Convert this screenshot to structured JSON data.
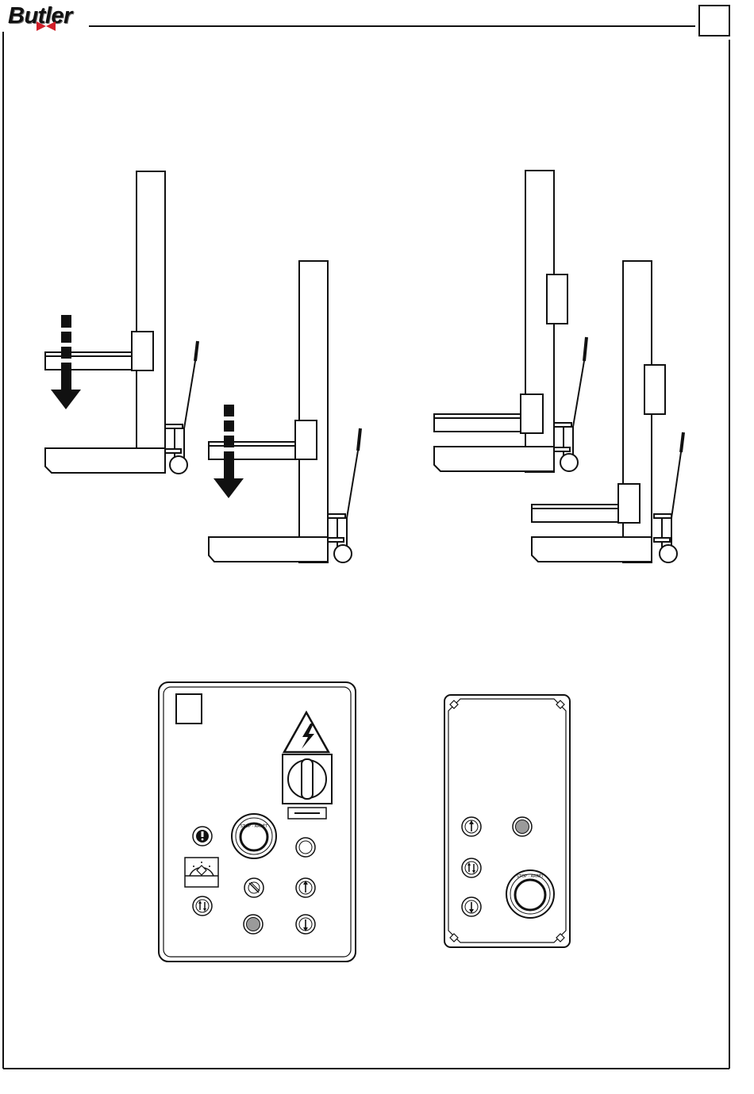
{
  "header": {
    "logo_text": "Butler",
    "page_box": ""
  },
  "colors": {
    "ink": "#111111",
    "panel_fill": "#ffffff",
    "button_grey": "#9a9a9a",
    "brand_bowtie": "#d3202a"
  },
  "figures": {
    "lift_diagrams": [
      {
        "name": "lift-lowering-1",
        "arrow": "down"
      },
      {
        "name": "lift-lowering-2",
        "arrow": "down"
      },
      {
        "name": "lift-raised-1",
        "arrow": "none"
      },
      {
        "name": "lift-raised-2",
        "arrow": "none"
      }
    ],
    "main_control_panel": {
      "icons": [
        "warning-lightning-icon",
        "main-switch-icon",
        "emergency-stop-icon",
        "alarm-light-icon",
        "gauge-icon",
        "lock-icon",
        "grey-button-icon",
        "up-button-icon",
        "down-button-icon",
        "sync-up-down-icon",
        "white-light-icon"
      ],
      "emergency_ring_text": "STOP · ARRÊT"
    },
    "remote_control_panel": {
      "icons": [
        "up-button-icon",
        "sync-up-down-icon",
        "down-button-icon",
        "grey-button-icon",
        "emergency-stop-icon"
      ],
      "emergency_ring_text": "STOP · ARRÊT"
    }
  }
}
